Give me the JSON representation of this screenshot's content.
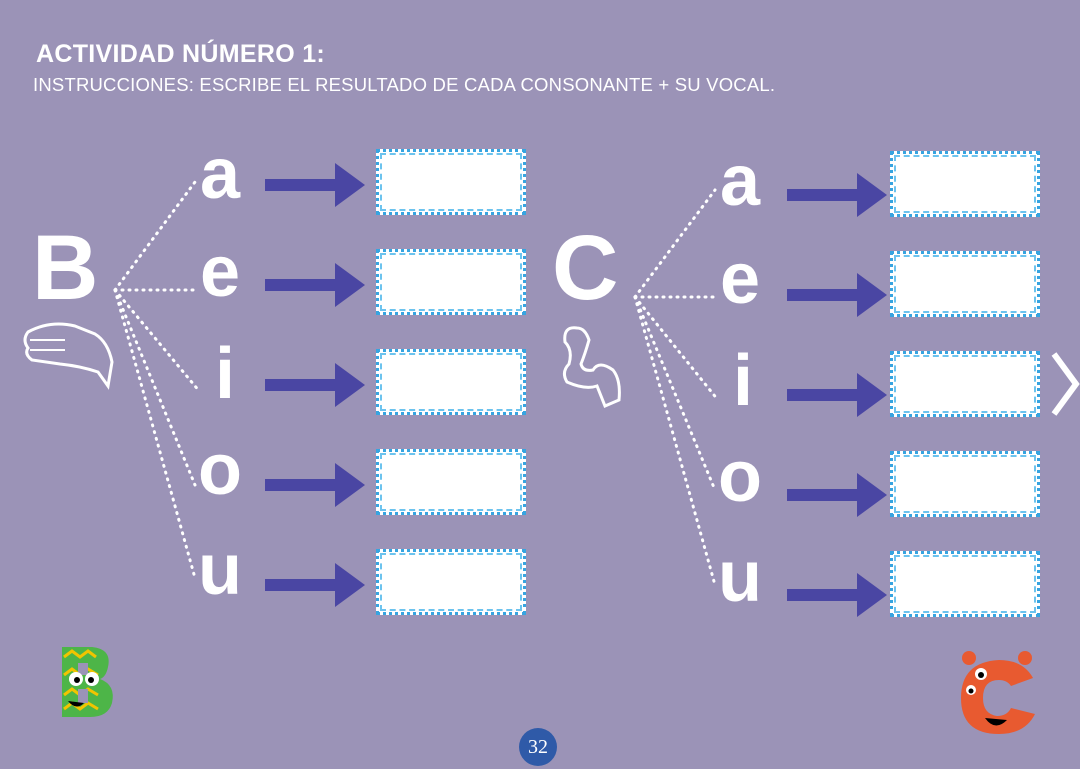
{
  "header": {
    "title": "ACTIVIDAD NÚMERO 1:",
    "instructions": "INSTRUCCIONES: ESCRIBE EL RESULTADO DE CADA CONSONANTE + SU VOCAL."
  },
  "groups": [
    {
      "consonant": "B",
      "vowels": [
        "a",
        "e",
        "i",
        "o",
        "u"
      ],
      "answers": [
        "",
        "",
        "",
        "",
        ""
      ]
    },
    {
      "consonant": "C",
      "vowels": [
        "a",
        "e",
        "i",
        "o",
        "u"
      ],
      "answers": [
        "",
        "",
        "",
        "",
        ""
      ]
    }
  ],
  "footer": {
    "page_number": "32"
  },
  "colors": {
    "background": "#9b93b7",
    "arrow": "#4a46a3",
    "box_border": "#37a4e0",
    "page_badge": "#2f5aa8"
  },
  "icons": [
    "hand-sign-b-icon",
    "hand-sign-c-icon",
    "arrow-right-icon",
    "chevron-right-icon",
    "letter-b-mascot",
    "letter-c-mascot"
  ]
}
